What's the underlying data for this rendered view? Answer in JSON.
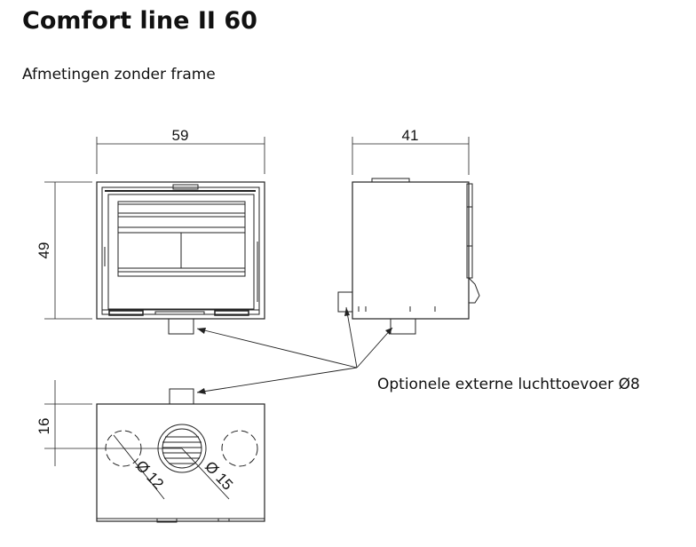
{
  "title": "Comfort line II 60",
  "subtitle": "Afmetingen zonder frame",
  "dimensions": {
    "front_width": "59",
    "front_height": "49",
    "side_depth": "41",
    "top_offset": "16",
    "hole_small": "Ø 12",
    "hole_large": "Ø 15"
  },
  "callout": "Optionele externe luchttoevoer Ø8"
}
